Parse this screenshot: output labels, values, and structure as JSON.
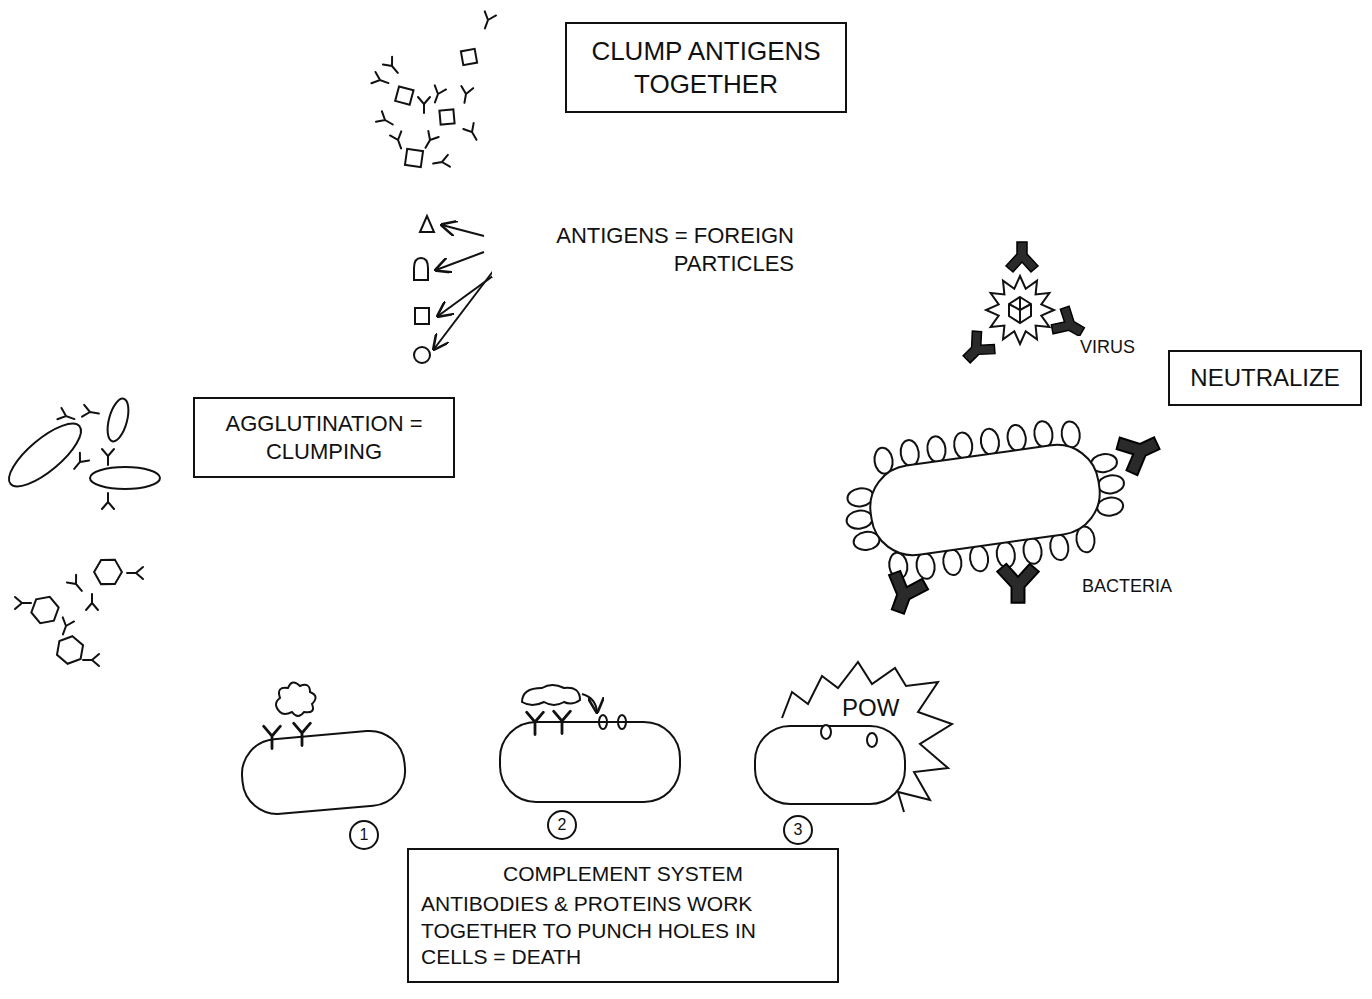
{
  "diagram": {
    "nodes": [
      {
        "text": [
          "CLUMP ANTIGENS TOGETHER"
        ]
      },
      {
        "text": [
          "NEUTRALIZE"
        ]
      },
      {
        "text": [
          "AGGLUTINATION = CLUMPING"
        ]
      },
      {
        "text": [
          "COMPLEMENT SYSTEM",
          "ANTIBODIES & PROTEINS WORK TOGETHER TO PUNCH HOLES IN CELLS = DEATH"
        ]
      }
    ],
    "labels": [
      "ANTIGENS = FOREIGN PARTICLES",
      "VIRUS",
      "BACTERIA",
      "POW",
      "1",
      "2",
      "3"
    ]
  }
}
